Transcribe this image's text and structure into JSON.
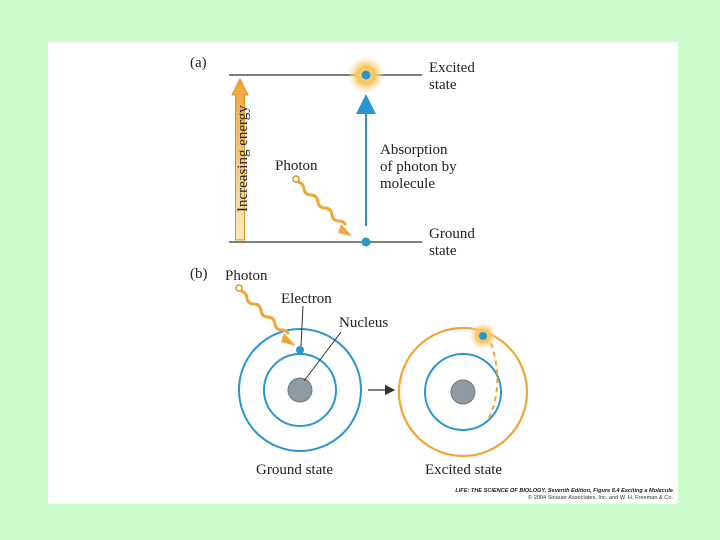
{
  "panel_a": {
    "label": "(a)",
    "excited_label_1": "Excited",
    "excited_label_2": "state",
    "ground_label_1": "Ground",
    "ground_label_2": "state",
    "arrow_label": "Increasing energy",
    "photon_label": "Photon",
    "absorption_1": "Absorption",
    "absorption_2": "of photon by",
    "absorption_3": "molecule"
  },
  "panel_b": {
    "label": "(b)",
    "photon_label": "Photon",
    "electron_label": "Electron",
    "nucleus_label": "Nucleus",
    "ground_caption": "Ground state",
    "excited_caption": "Excited state"
  },
  "credit": {
    "line1": "LIFE: THE SCIENCE OF BIOLOGY, Seventh Edition, Figure 8.4 Exciting a Molecule",
    "line2": "© 2004 Sinauer Associates, Inc. and W. H. Freeman & Co."
  },
  "colors": {
    "background": "#ccfccc",
    "blue": "#2a95cf",
    "orange": "#f0a637",
    "nucleus_gray": "#8e9aa3",
    "line": "#333333"
  }
}
